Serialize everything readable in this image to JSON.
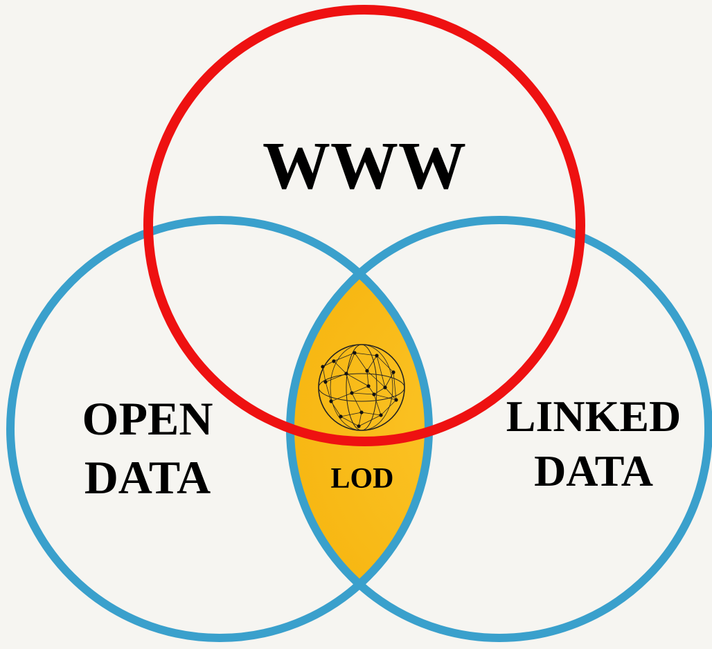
{
  "diagram": {
    "type": "venn",
    "sets": [
      {
        "id": "www",
        "label": "WWW",
        "color": "#ee1111"
      },
      {
        "id": "open",
        "label_lines": [
          "OPEN",
          "DATA"
        ],
        "color": "#3aa0cc"
      },
      {
        "id": "linked",
        "label_lines": [
          "LINKED",
          "DATA"
        ],
        "color": "#3aa0cc"
      }
    ],
    "intersection": {
      "label": "LOD",
      "fill": "#f8bd18",
      "icon": "globe-network-icon"
    },
    "background": "#f6f5f1"
  }
}
